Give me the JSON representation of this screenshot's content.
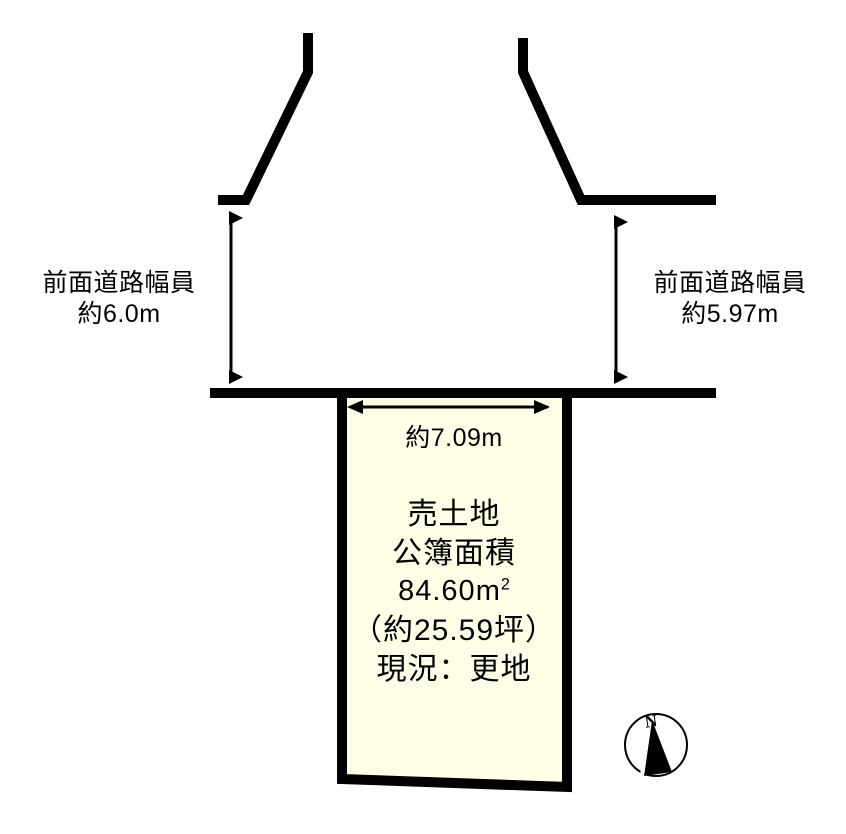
{
  "diagram": {
    "type": "land-plot-survey-diagram",
    "colors": {
      "parcel_fill": "#FFFFE8",
      "line": "#000000",
      "background": "#FFFFFF"
    },
    "left_road": {
      "title": "前面道路幅員",
      "width_value": "約6.0m",
      "dimension_arrow": "vertical-double-arrow"
    },
    "right_road": {
      "title": "前面道路幅員",
      "width_value": "約5.97m",
      "dimension_arrow": "vertical-double-arrow"
    },
    "parcel": {
      "frontage_label": "約7.09m",
      "title": "売土地",
      "area_label": "公簿面積",
      "area_sqm": "84.60",
      "area_unit": "m",
      "area_unit_sup": "2",
      "area_tsubo": "（約25.59坪）",
      "status": "現況：更地"
    },
    "compass": {
      "north_label": "N",
      "icon": "compass-north-arrow"
    }
  }
}
